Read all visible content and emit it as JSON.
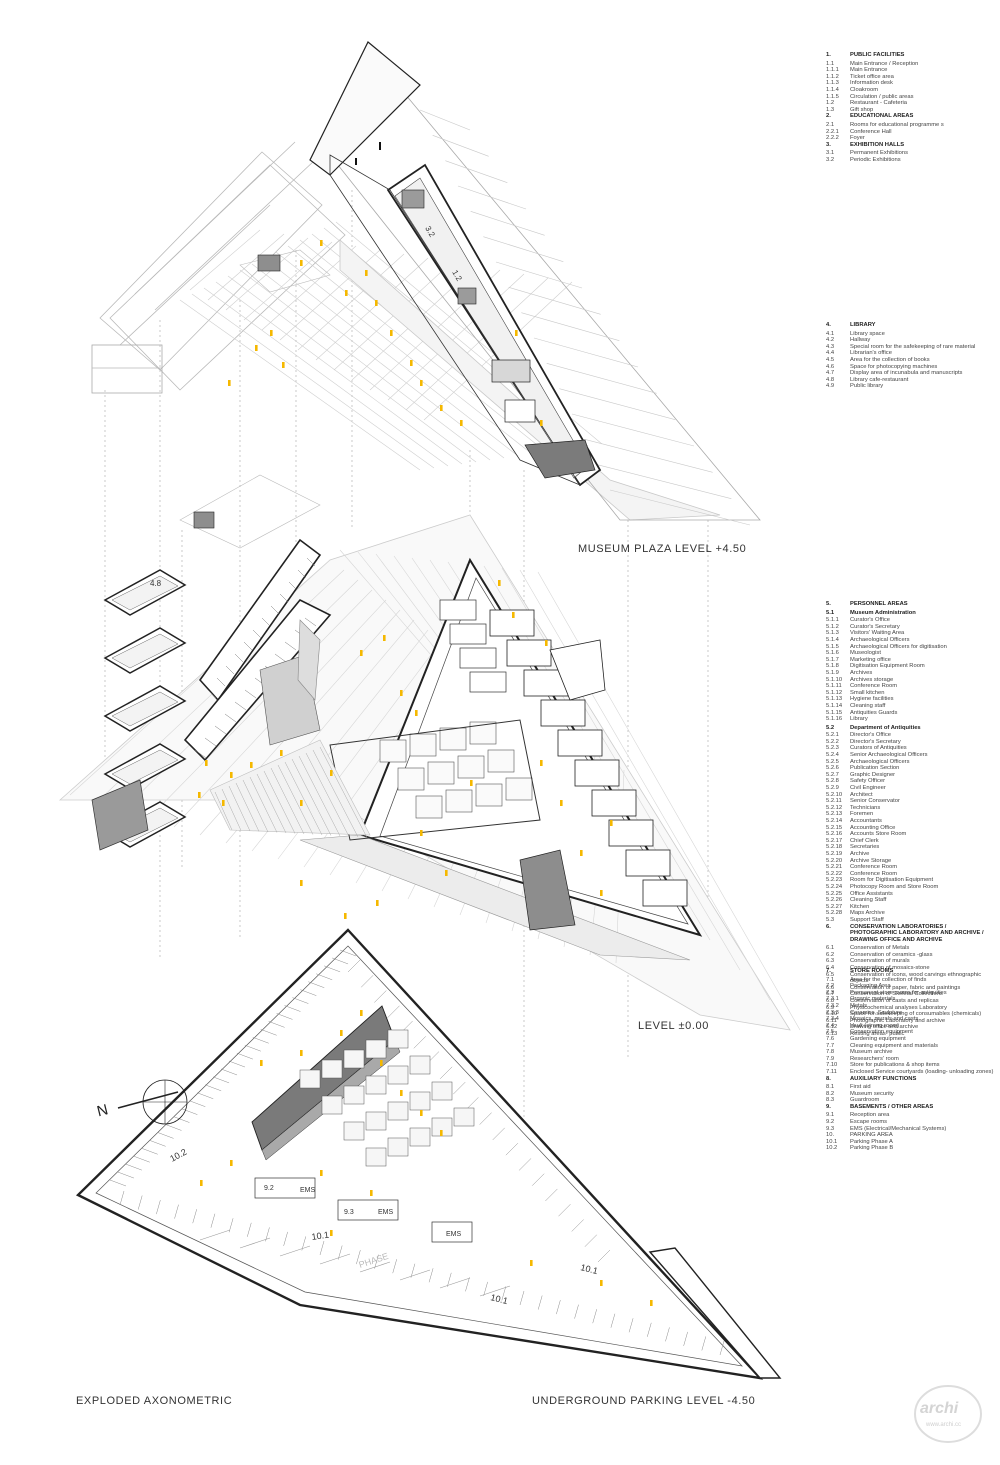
{
  "labels": {
    "plaza": "MUSEUM PLAZA LEVEL +4.50",
    "ground": "LEVEL ±0.00",
    "exploded": "EXPLODED AXONOMETRIC",
    "underground": "UNDERGROUND PARKING LEVEL -4.50"
  },
  "room_tags": {
    "t12": "1.2",
    "t32": "3.2",
    "t48": "4.8",
    "t102": "10.2",
    "t92a": "9.2",
    "t93a": "EMS",
    "t92b": "9.3",
    "t93b": "EMS",
    "t101a": "10.1",
    "t93c": "EMS",
    "t101b": "10.1",
    "t101c": "10.1",
    "phase": "PHASE"
  },
  "legend": [
    {
      "rows": [
        {
          "c": "1.",
          "l": "PUBLIC FACILITIES",
          "k": "h"
        },
        {
          "c": "1.1",
          "l": "Main Entrance / Reception"
        },
        {
          "c": "1.1.1",
          "l": "Main Entrance"
        },
        {
          "c": "1.1.2",
          "l": "Ticket office area"
        },
        {
          "c": "1.1.3",
          "l": "Information desk"
        },
        {
          "c": "1.1.4",
          "l": "Cloakroom"
        },
        {
          "c": "1.1.5",
          "l": "Circulation / public areas"
        },
        {
          "c": "1.2",
          "l": "Restaurant - Cafeteria"
        },
        {
          "c": "1.3",
          "l": "Gift shop"
        },
        {
          "c": "2.",
          "l": "EDUCATIONAL AREAS",
          "k": "h"
        },
        {
          "c": "2.1",
          "l": "Rooms for educational programme s"
        },
        {
          "c": "2.2.1",
          "l": "Conference Hall"
        },
        {
          "c": "2.2.2",
          "l": "Foyer"
        },
        {
          "c": "3.",
          "l": "EXHIBITION HALLS",
          "k": "h"
        },
        {
          "c": "3.1",
          "l": "Permanent Exhibitions"
        },
        {
          "c": "3.2",
          "l": "Periodic Exhibitions"
        }
      ]
    },
    {
      "rows": [
        {
          "c": "4.",
          "l": "LIBRARY",
          "k": "h"
        },
        {
          "c": "4.1",
          "l": "Library space"
        },
        {
          "c": "4.2",
          "l": "Hallway"
        },
        {
          "c": "4.3",
          "l": "Special room for the safekeeping of rare material"
        },
        {
          "c": "4.4",
          "l": "Librarian's office"
        },
        {
          "c": "4.5",
          "l": "Area for the collection of books"
        },
        {
          "c": "4.6",
          "l": "Space for photocopying machines"
        },
        {
          "c": "4.7",
          "l": "Display area of incunabula and manuscripts"
        },
        {
          "c": "4.8",
          "l": "Library cafe-restaurant"
        },
        {
          "c": "4.9",
          "l": "Public library"
        }
      ]
    },
    {
      "rows": [
        {
          "c": "5.",
          "l": "PERSONNEL AREAS",
          "k": "h"
        },
        {
          "c": "5.1",
          "l": "Museum Administration",
          "k": "s"
        },
        {
          "c": "5.1.1",
          "l": "Curator's Office"
        },
        {
          "c": "5.1.2",
          "l": "Curator's Secretary"
        },
        {
          "c": "5.1.3",
          "l": "Visitors' Waiting Area"
        },
        {
          "c": "5.1.4",
          "l": "Archaeological Officers"
        },
        {
          "c": "5.1.5",
          "l": "Archaeological Officers for digitisation"
        },
        {
          "c": "5.1.6",
          "l": "Museologist"
        },
        {
          "c": "5.1.7",
          "l": "Marketing office"
        },
        {
          "c": "5.1.8",
          "l": "Digitisation Equipment Room"
        },
        {
          "c": "5.1.9",
          "l": "Archives"
        },
        {
          "c": "5.1.10",
          "l": "Archives storage"
        },
        {
          "c": "5.1.11",
          "l": "Conference Room"
        },
        {
          "c": "5.1.12",
          "l": "Small kitchen"
        },
        {
          "c": "5.1.13",
          "l": "Hygiene facilities"
        },
        {
          "c": "5.1.14",
          "l": "Cleaning staff"
        },
        {
          "c": "5.1.15",
          "l": "Antiquities Guards"
        },
        {
          "c": "5.1.16",
          "l": "Library"
        },
        {
          "c": "5.2",
          "l": "Department of Antiquities",
          "k": "s"
        },
        {
          "c": "5.2.1",
          "l": "Director's Office"
        },
        {
          "c": "5.2.2",
          "l": "Director's Secretary"
        },
        {
          "c": "5.2.3",
          "l": "Curators of Antiquities"
        },
        {
          "c": "5.2.4",
          "l": "Senior Archaeological Officers"
        },
        {
          "c": "5.2.5",
          "l": "Archaeological Officers"
        },
        {
          "c": "5.2.6",
          "l": "Publication Section"
        },
        {
          "c": "5.2.7",
          "l": "Graphic Designer"
        },
        {
          "c": "5.2.8",
          "l": "Safety Officer"
        },
        {
          "c": "5.2.9",
          "l": "Civil Engineer"
        },
        {
          "c": "5.2.10",
          "l": "Architect"
        },
        {
          "c": "5.2.11",
          "l": "Senior Conservator"
        },
        {
          "c": "5.2.12",
          "l": "Technicians"
        },
        {
          "c": "5.2.13",
          "l": "Foremen"
        },
        {
          "c": "5.2.14",
          "l": "Accountants"
        },
        {
          "c": "5.2.15",
          "l": "Accounting Office"
        },
        {
          "c": "5.2.16",
          "l": "Accounts Store Room"
        },
        {
          "c": "5.2.17",
          "l": "Chief Clerk"
        },
        {
          "c": "5.2.18",
          "l": "Secretaries"
        },
        {
          "c": "5.2.19",
          "l": "Archive"
        },
        {
          "c": "5.2.20",
          "l": "Archive Storage"
        },
        {
          "c": "5.2.21",
          "l": "Conference Room"
        },
        {
          "c": "5.2.22",
          "l": "Conference Room"
        },
        {
          "c": "5.2.23",
          "l": "Room for Digitisation Equipment"
        },
        {
          "c": "5.2.24",
          "l": "Photocopy Room and Store Room"
        },
        {
          "c": "5.2.25",
          "l": "Office Assistants"
        },
        {
          "c": "5.2.26",
          "l": "Cleaning Staff"
        },
        {
          "c": "5.2.27",
          "l": "Kitchen"
        },
        {
          "c": "5.2.28",
          "l": "Maps Archive"
        },
        {
          "c": "5.3",
          "l": "Support Staff"
        },
        {
          "c": "6.",
          "l": "CONSERVATION LABORATORIES / PHOTOGRAPHIC LABORATORY AND ARCHIVE / DRAWING OFFICE AND ARCHIVE",
          "k": "h"
        },
        {
          "c": "6.1",
          "l": "Conservation of Metals"
        },
        {
          "c": "6.2",
          "l": "Conservation of ceramics -glass"
        },
        {
          "c": "6.3",
          "l": "Conservation of murals"
        },
        {
          "c": "6.4",
          "l": "Conservation of mosaics-stone"
        },
        {
          "c": "6.5",
          "l": "Conservation of icons, wood carvings ethnographic objects"
        },
        {
          "c": "6.6",
          "l": "Conservation of paper, fabric and paintings"
        },
        {
          "c": "6.7",
          "l": "Conservation of Skeletal Collections"
        },
        {
          "c": "6.8",
          "l": "Conservation of casts and replicas"
        },
        {
          "c": "6.9",
          "l": "Physicochemical analyses Laboratory"
        },
        {
          "c": "6.10",
          "l": "Space for safekeeping of consumables (chemicals)"
        },
        {
          "c": "6.11",
          "l": "Photographic Laboratory and archive"
        },
        {
          "c": "6.12",
          "l": "Drawing office and archive"
        },
        {
          "c": "6.13",
          "l": "Resting areas- public"
        }
      ]
    },
    {
      "rows": [
        {
          "c": "7.",
          "l": "STORE ROOMS",
          "k": "h"
        },
        {
          "c": "7.1",
          "l": "Area for the collection of finds"
        },
        {
          "c": "7.2",
          "l": "Packaging Area"
        },
        {
          "c": "7.3",
          "l": "Permanent store rooms for antiquities"
        },
        {
          "c": "7.3.1",
          "l": "Organic materials"
        },
        {
          "c": "7.3.2",
          "l": "Metals"
        },
        {
          "c": "7.3.3",
          "l": "Ceramics, Sculpture"
        },
        {
          "c": "7.3.4",
          "l": "Mosaics, murals and casts"
        },
        {
          "c": "7.4",
          "l": "Vault (strong room)"
        },
        {
          "c": "7.5",
          "l": "Conservation equipment"
        },
        {
          "c": "7.6",
          "l": "Gardening equipment"
        },
        {
          "c": "7.7",
          "l": "Cleaning equipment and materials"
        },
        {
          "c": "7.8",
          "l": "Museum archive"
        },
        {
          "c": "7.9",
          "l": "Researchers' room"
        },
        {
          "c": "7.10",
          "l": "Store for publications & shop items"
        },
        {
          "c": "7.11",
          "l": "Enclosed Service courtyards (loading- unloading zones)"
        },
        {
          "c": "8.",
          "l": "AUXILIARY FUNCTIONS",
          "k": "h"
        },
        {
          "c": "8.1",
          "l": "First aid"
        },
        {
          "c": "8.2",
          "l": "Museum security"
        },
        {
          "c": "8.3",
          "l": "Guardroom"
        },
        {
          "c": "9.",
          "l": "BASEMENTS / OTHER AREAS",
          "k": "h"
        },
        {
          "c": "9.1",
          "l": "Reception area"
        },
        {
          "c": "9.2",
          "l": "Escape rooms"
        },
        {
          "c": "9.3",
          "l": "EMS (Electrical/Mechanical Systems)"
        },
        {
          "c": "10.",
          "l": "PARKING AREA"
        },
        {
          "c": "10.1",
          "l": "Parking Phase A"
        },
        {
          "c": "10.2",
          "l": "Parking Phase B"
        }
      ]
    }
  ],
  "north_label": "N",
  "watermark": {
    "main": "archi",
    "sub": "www.archi.cc"
  },
  "colors": {
    "accent": "#f5b800",
    "line": "#222222",
    "thin": "#9a9a9a",
    "slab": "#bdbdbd"
  }
}
